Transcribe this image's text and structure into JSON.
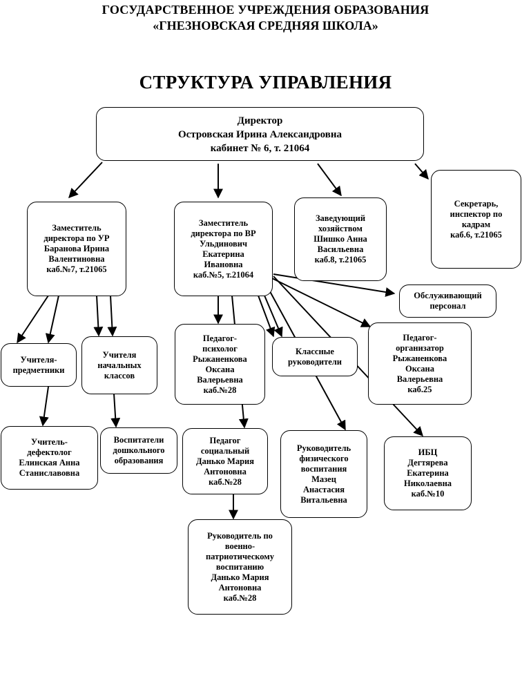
{
  "header": {
    "line1": "ГОСУДАРСТВЕННОЕ УЧРЕЖДЕНИЯ ОБРАЗОВАНИЯ",
    "line2": "«ГНЕЗНОВСКАЯ СРЕДНЯЯ ШКОЛА»",
    "title": "СТРУКТУРА УПРАВЛЕНИЯ"
  },
  "nodes": {
    "director": "Директор\nОстровская Ирина Александровна\nкабинет № 6, т. 21064",
    "deputy_ur": "Заместитель\nдиректора по УР\nБаранова Ирина\nВалентиновна\nкаб.№7, т.21065",
    "deputy_vr": "Заместитель\nдиректора по ВР\nУльдинович\nЕкатерина\nИвановна\nкаб.№5, т.21064",
    "head_household": "Заведующий\nхозяйством\nШишко Анна\nВасильевна\nкаб.8, т.21065",
    "secretary": "Секретарь,\nинспектор по\nкадрам\nкаб.6, т.21065",
    "service_staff": "Обслуживающий\nперсонал",
    "subject_teachers": "Учителя-\nпредметники",
    "primary_teachers": "Учителя\nначальных\nклассов",
    "psychologist": "Педагог-\nпсихолог\nРыжаненкова\nОксана\nВалерьевна\nкаб.№28",
    "class_teachers": "Классные\nруководители",
    "organizer": "Педагог-\nорганизатор\nРыжаненкова\nОксана\nВалерьевна\nкаб.25",
    "defectologist": "Учитель-\nдефектолог\nЕлинская Анна\nСтаниславовна",
    "preschool_educators": "Воспитатели\nдошкольного\nобразования",
    "social_pedagogue": "Педагог\nсоциальный\nДанько Мария\nАнтоновна\nкаб.№28",
    "pe_head": "Руководитель\nфизического\nвоспитания\nМазец\nАнастасия\nВитальевна",
    "ibc": "ИБЦ\nДегтярева\nЕкатерина\nНиколаевна\nкаб.№10",
    "military_head": "Руководитель по\nвоенно-\nпатриотическому\nвоспитанию\nДанько Мария\nАнтоновна\nкаб.№28"
  }
}
